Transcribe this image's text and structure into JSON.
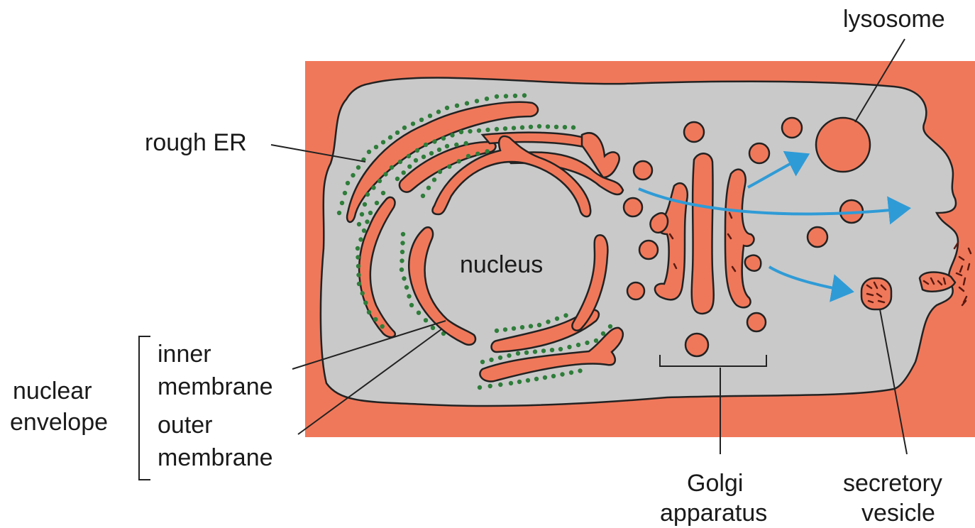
{
  "colors": {
    "background_red": "#f0785a",
    "cytoplasm_grey": "#c9c9c9",
    "ribosome_green": "#2e7d3a",
    "transport_arrow_blue": "#2f9bd6",
    "outline": "#222222"
  },
  "labels": {
    "rough_er": "rough ER",
    "nucleus": "nucleus",
    "lysosome": "lysosome",
    "nuclear_envelope_line1": "nuclear",
    "nuclear_envelope_line2": "envelope",
    "inner_membrane_line1": "inner",
    "inner_membrane_line2": "membrane",
    "outer_membrane_line1": "outer",
    "outer_membrane_line2": "membrane",
    "golgi_line1": "Golgi",
    "golgi_line2": "apparatus",
    "secretory_line1": "secretory",
    "secretory_line2": "vesicle"
  }
}
